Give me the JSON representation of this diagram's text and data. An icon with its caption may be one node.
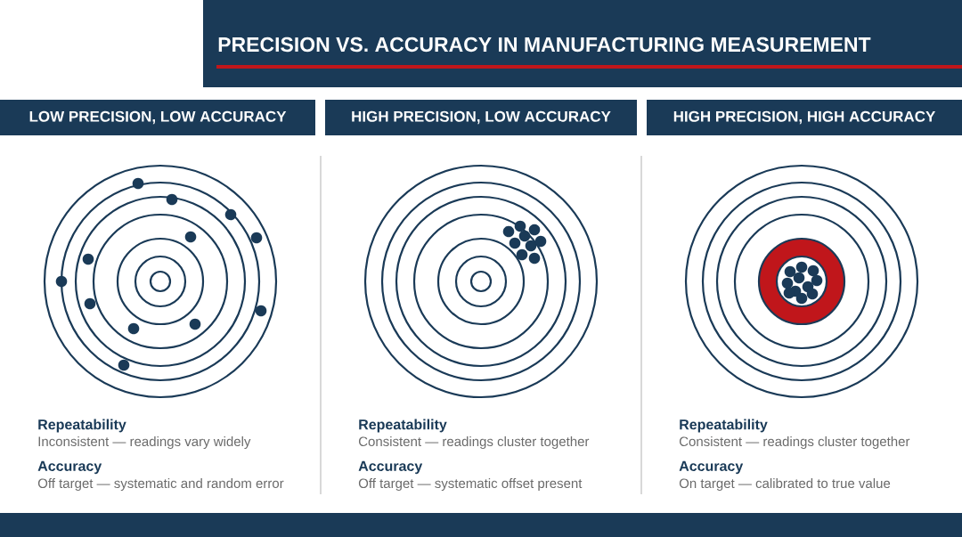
{
  "diagram": {
    "title": "PRECISION VS. ACCURACY IN MANUFACTURING MEASUREMENT",
    "nodes": [
      {
        "text": [
          "LOW PRECISION, LOW ACCURACY"
        ]
      },
      {
        "text": [
          "HIGH PRECISION, LOW ACCURACY"
        ]
      },
      {
        "text": [
          "HIGH PRECISION, HIGH ACCURACY"
        ]
      },
      {
        "text": [],
        "shape": "bar"
      }
    ],
    "labels": [
      "Repeatability",
      "Inconsistent — readings vary widely",
      "Accuracy",
      "Off target — systematic and random error",
      "Repeatability",
      "Consistent — readings cluster together",
      "Accuracy",
      "Off target — systematic offset present",
      "Repeatability",
      "Consistent — readings cluster together",
      "Accuracy",
      "On target — calibrated to true value"
    ]
  }
}
